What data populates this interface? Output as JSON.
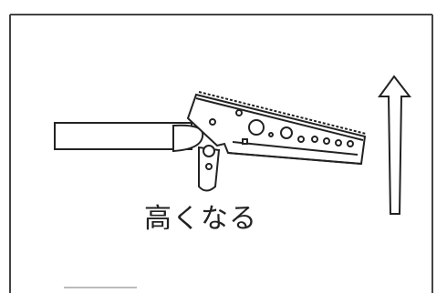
{
  "diagram": {
    "caption": "高くなる",
    "colors": {
      "stroke": "#222222",
      "fill": "#ffffff",
      "border": "#444444"
    },
    "icons": [
      "boom-pipe",
      "bracket-arm",
      "up-arrow"
    ]
  }
}
